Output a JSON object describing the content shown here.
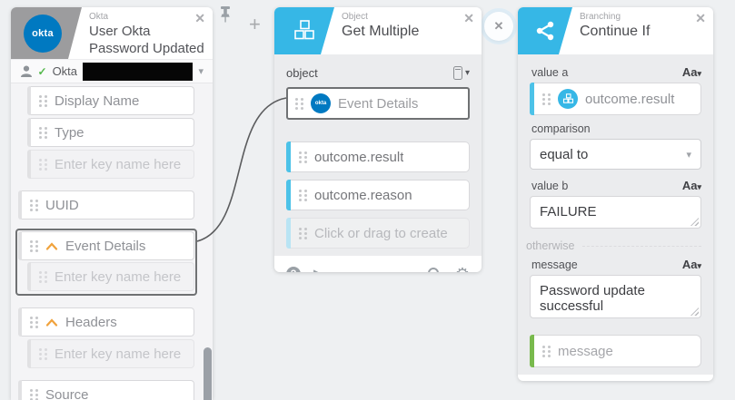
{
  "colors": {
    "canvas": "#eef0f2",
    "accent_cyan": "#36b7e6",
    "okta_blue": "#0079c1",
    "accent_green": "#79ba4d",
    "accent_orange": "#f0a23c",
    "header_gray": "#9c9c9e"
  },
  "icons": {
    "close": "✕",
    "caret_down": "▾",
    "plus": "+",
    "check": "✓",
    "play": "▶",
    "gear": "⚙",
    "question": "?"
  },
  "left_card": {
    "logo_text": "okta",
    "connector_label": "Okta",
    "title": "User Okta Password Updated",
    "account_row": {
      "service_name": "Okta",
      "status": "connected"
    },
    "fields": [
      {
        "label": "Display Name",
        "type": "filled",
        "indent": 1
      },
      {
        "label": "Type",
        "type": "filled",
        "indent": 1
      },
      {
        "label": "Enter key name here",
        "type": "placeholder",
        "indent": 1
      },
      {
        "label": "UUID",
        "type": "filled",
        "indent": 0
      },
      {
        "label": "Event Details",
        "type": "filled",
        "indent": 0,
        "expander": true,
        "selected": true
      },
      {
        "label": "Enter key name here",
        "type": "placeholder",
        "indent": 1,
        "in_selected_group": true
      },
      {
        "label": "Headers",
        "type": "filled",
        "indent": 0,
        "expander": true
      },
      {
        "label": "Enter key name here",
        "type": "placeholder",
        "indent": 1
      },
      {
        "label": "Source",
        "type": "filled",
        "indent": 0
      }
    ]
  },
  "middle_card": {
    "category": "Object",
    "title": "Get Multiple",
    "object_label": "object",
    "object_value": {
      "connector": "okta",
      "logo_text": "okta",
      "label": "Event Details"
    },
    "outputs": [
      {
        "label": "outcome.result",
        "type": "filled"
      },
      {
        "label": "outcome.reason",
        "type": "filled"
      },
      {
        "label": "Click or drag to create",
        "type": "placeholder"
      }
    ]
  },
  "right_card": {
    "category": "Branching",
    "title": "Continue If",
    "aa_label": "Aa",
    "value_a": {
      "label": "value a",
      "chip": "outcome.result"
    },
    "comparison": {
      "label": "comparison",
      "value": "equal to"
    },
    "value_b": {
      "label": "value b",
      "value": "FAILURE"
    },
    "otherwise_label": "otherwise",
    "message": {
      "label": "message",
      "value": "Password update successful"
    },
    "output": {
      "label": "message"
    }
  }
}
